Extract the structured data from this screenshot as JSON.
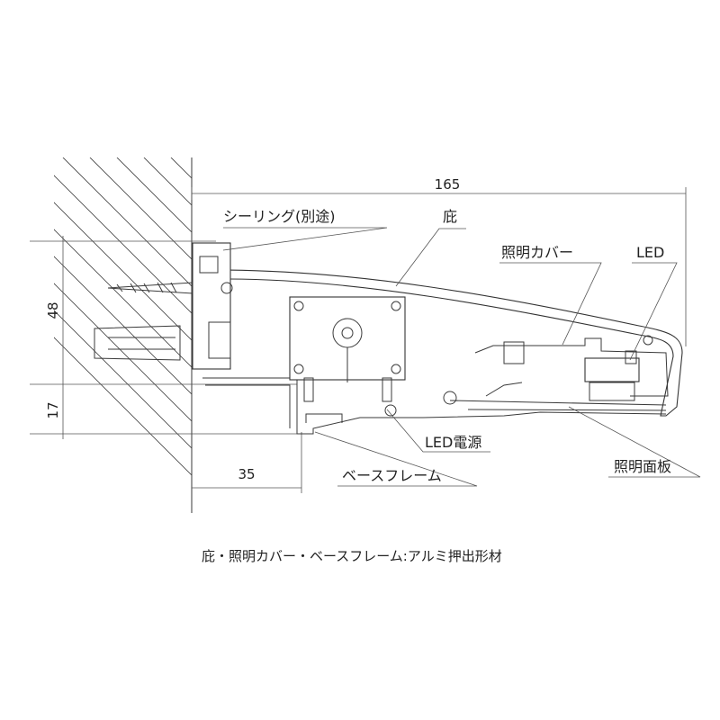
{
  "dimensions": {
    "width_total": "165",
    "height_upper": "48",
    "height_lower": "17",
    "wall_offset": "35"
  },
  "labels": {
    "sealing": "シーリング(別途)",
    "canopy": "庇",
    "light_cover": "照明カバー",
    "led": "LED",
    "led_power": "LED電源",
    "base_frame": "ベースフレーム",
    "light_panel": "照明面板"
  },
  "note": "庇・照明カバー・ベースフレーム:アルミ押出形材",
  "colors": {
    "line": "#3a3a3a",
    "text": "#222222",
    "background": "#ffffff"
  }
}
